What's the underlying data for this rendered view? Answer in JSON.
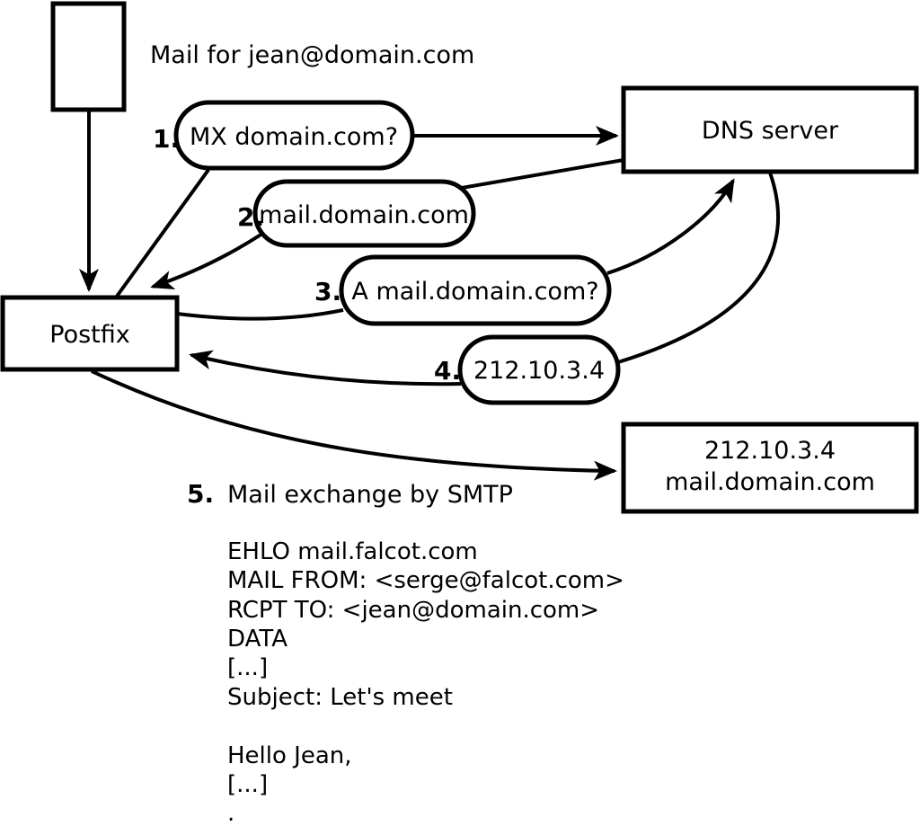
{
  "colors": {
    "background": "#ffffff",
    "stroke": "#000000",
    "text": "#000000"
  },
  "intro": {
    "label": "Mail for jean@domain.com"
  },
  "nodes": {
    "postfix": {
      "label": "Postfix"
    },
    "dns": {
      "label": "DNS server"
    },
    "mailhost": {
      "line1": "212.10.3.4",
      "line2": "mail.domain.com"
    }
  },
  "steps": [
    {
      "num": "1.",
      "label": "MX domain.com?"
    },
    {
      "num": "2.",
      "label": "mail.domain.com"
    },
    {
      "num": "3.",
      "label": "A mail.domain.com?"
    },
    {
      "num": "4.",
      "label": "212.10.3.4"
    },
    {
      "num": "5.",
      "label": "Mail exchange by SMTP"
    }
  ],
  "smtp": {
    "lines": [
      "EHLO mail.falcot.com",
      "MAIL FROM: <serge@falcot.com>",
      "RCPT TO: <jean@domain.com>",
      "DATA",
      "[...]",
      "Subject: Let's meet",
      "",
      "Hello Jean,",
      "[...]",
      "."
    ]
  }
}
